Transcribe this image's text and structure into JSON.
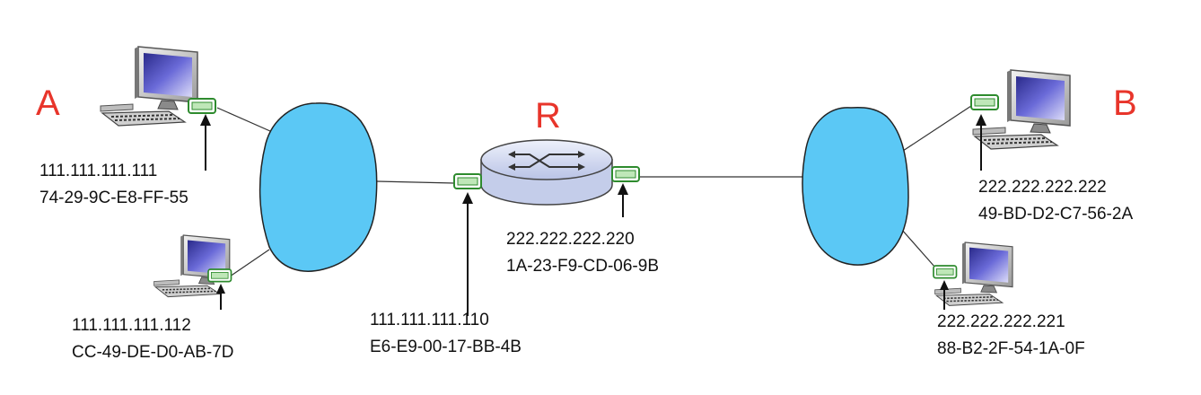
{
  "labels": {
    "host_a": "A",
    "host_b": "B",
    "router": "R"
  },
  "addresses": {
    "a": {
      "ip": "111.111.111.111",
      "mac": "74-29-9C-E8-FF-55"
    },
    "a2": {
      "ip": "111.111.111.112",
      "mac": "CC-49-DE-D0-AB-7D"
    },
    "r_left": {
      "ip": "111.111.111.110",
      "mac": "E6-E9-00-17-BB-4B"
    },
    "r_right": {
      "ip": "222.222.222.220",
      "mac": "1A-23-F9-CD-06-9B"
    },
    "b": {
      "ip": "222.222.222.222",
      "mac": "49-BD-D2-C7-56-2A"
    },
    "b2": {
      "ip": "222.222.222.221",
      "mac": "88-B2-2F-54-1A-0F"
    }
  },
  "colors": {
    "network_cloud": "#5bc8f5",
    "label_red": "#e8352b",
    "interface_green": "#2e8b2e",
    "router_body": "#dde3f5"
  },
  "icons": [
    "desktop-computer-icon",
    "router-icon",
    "network-cloud-icon",
    "interface-adapter-icon"
  ]
}
